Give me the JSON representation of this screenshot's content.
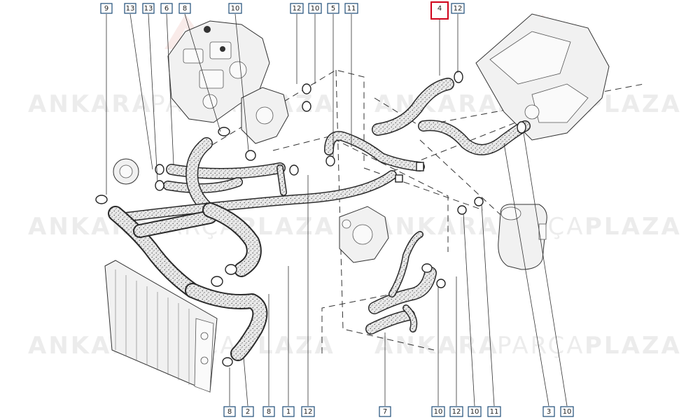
{
  "watermark": {
    "line_1_first": "ANKARA",
    "line_1_second": "PARÇA",
    "line_1_third": "PLAZA",
    "line_2_first": "ANKARA",
    "line_2_second": "PARÇA",
    "line_2_third": "PLAZA",
    "line_3_first": "ANKARA",
    "line_3_second": "PARÇA",
    "line_3_third": "PLAZA"
  },
  "callouts_top": [
    "9",
    "13",
    "13",
    "6",
    "8",
    "10",
    "12",
    "10",
    "5",
    "11",
    "4",
    "12"
  ],
  "callouts_bottom": [
    "8",
    "2",
    "8",
    "1",
    "12",
    "7",
    "10",
    "12",
    "10",
    "11",
    "3",
    "10"
  ],
  "highlighted_part": "4",
  "colors": {
    "highlight": "#d0021b",
    "callout_border": "#1f4e79",
    "hose_fill": "#e6e6e6",
    "line": "#2a2a2a"
  }
}
